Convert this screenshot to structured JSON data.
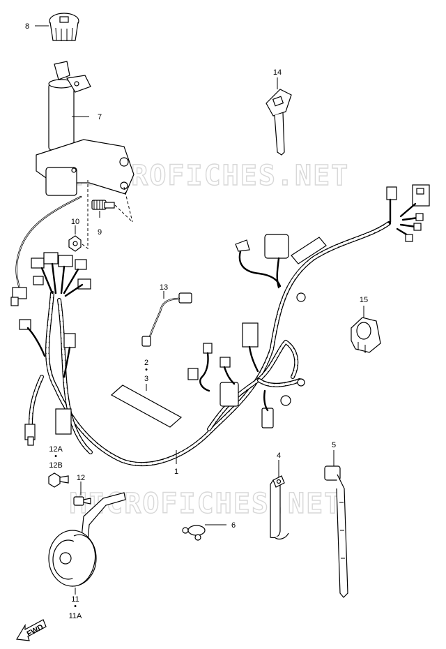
{
  "watermark": [
    "MICROFICHES.NET",
    "MICROFICHES.NET"
  ],
  "callouts": {
    "c1": "1",
    "c2": "2",
    "c3": "3",
    "c4": "4",
    "c5": "5",
    "c6": "6",
    "c7": "7",
    "c8": "8",
    "c9": "9",
    "c10": "10",
    "c11": "11",
    "c11a": "11A",
    "c12": "12",
    "c12a": "12A",
    "c12b": "12B",
    "c13": "13",
    "c14": "14",
    "c15": "15"
  },
  "fwd_label": "FWD",
  "dot": "•"
}
